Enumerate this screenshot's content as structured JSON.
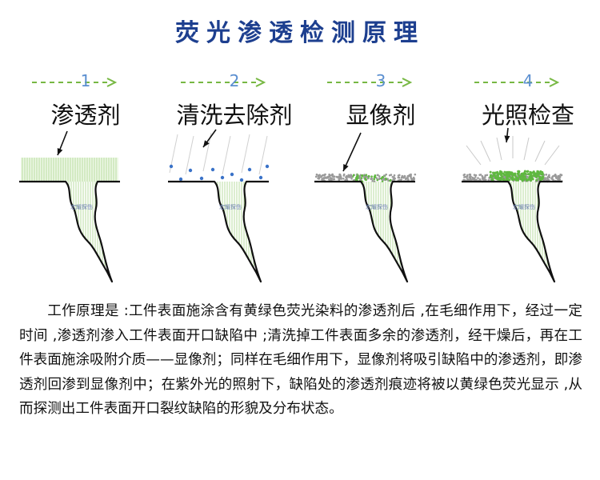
{
  "title": "荧光渗透检测原理",
  "steps": [
    {
      "number": "1",
      "label": "渗透剂"
    },
    {
      "number": "2",
      "label": "清洗去除剂"
    },
    {
      "number": "3",
      "label": "显像剂"
    },
    {
      "number": "4",
      "label": "光照检查"
    }
  ],
  "watermark": "宏耀探伤",
  "description": "工作原理是 :工件表面施涂含有黄绿色荧光染料的渗透剂后 ,在毛细作用下，经过一定时间 ,渗透剂渗入工件表面开口缺陷中 ;清洗掉工件表面多余的渗透剂，经干燥后，再在工件表面施涂吸附介质——显像剂；同样在毛细作用下，显像剂将吸引缺陷中的渗透剂，即渗透剂回渗到显像剂中；在紫外光的照射下，缺陷处的渗透剂痕迹将被以黄绿色荧光显示 ,从而探测出工件表面开口裂纹缺陷的形貌及分布状态。",
  "colors": {
    "title": "#1d3f8f",
    "arrow": "#77b843",
    "penetrant_lines": "#b8dca0",
    "cleaner_dots": "#3a72c8",
    "developer": "#9a9a9a",
    "fluorescence": "#5fb840"
  }
}
